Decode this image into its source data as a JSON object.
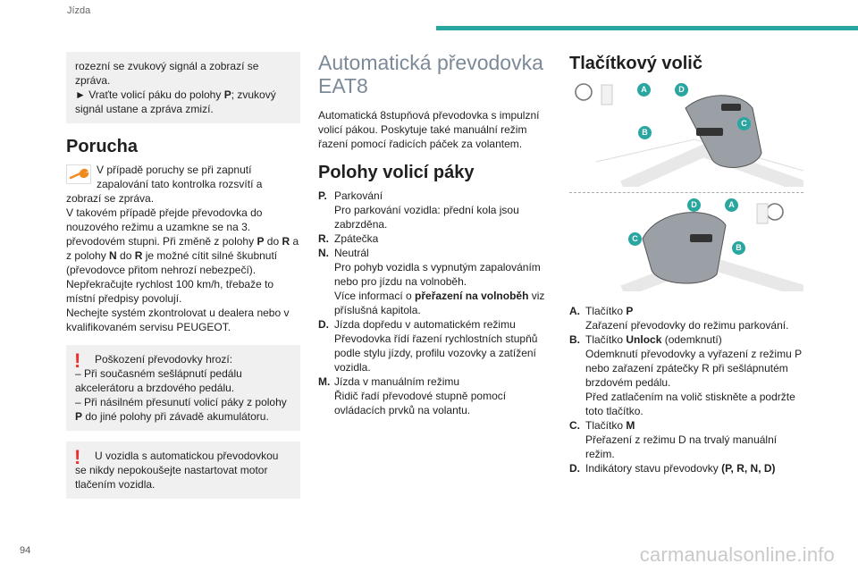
{
  "header": {
    "section": "Jízda",
    "accent": "#2aa6a0"
  },
  "page_number": "94",
  "watermark": "carmanualsonline.info",
  "col1": {
    "box_text": "rozezní se zvukový signál a zobrazí se zpráva.",
    "box_bullet_pre": "► Vraťte volicí páku do polohy ",
    "box_bullet_bold": "P",
    "box_bullet_post": "; zvukový signál ustane a zpráva zmizí.",
    "porucha_title": "Porucha",
    "porucha_intro": "V případě poruchy se při zapnutí zapalování tato kontrolka rozsvítí a zobrazí se zpráva.",
    "p2_a": "V takovém případě přejde převodovka do nouzového režimu a uzamkne se na 3. převodovém stupni. Při změně z polohy ",
    "p2_P": "P",
    "p2_b": " do ",
    "p2_R": "R",
    "p2_c": " a z polohy ",
    "p2_N": "N",
    "p2_d": " do ",
    "p2_R2": "R",
    "p2_e": " je možné cítit silné škubnutí (převodovce přitom nehrozí nebezpečí).",
    "p3": "Nepřekračujte rychlost 100 km/h, třebaže to místní předpisy povolují.",
    "p4": "Nechejte systém zkontrolovat u dealera nebo v kvalifikovaném servisu PEUGEOT.",
    "warn1_title": "Poškození převodovky hrozí:",
    "warn1_l1": "– Při současném sešlápnutí pedálu akcelerátoru a brzdového pedálu.",
    "warn1_l2_pre": "– Při násilném přesunutí volicí páky z polohy ",
    "warn1_l2_bold": "P",
    "warn1_l2_post": " do jiné polohy při závadě akumulátoru.",
    "warn2": "U vozidla s automatickou převodovkou se nikdy nepokoušejte nastartovat motor tlačením vozidla."
  },
  "col2": {
    "title": "Automatická převodovka EAT8",
    "intro": "Automatická 8stupňová převodovka s impulzní volicí pákou. Poskytuje také manuální režim řazení pomocí řadicích páček za volantem.",
    "section_title": "Polohy volicí páky",
    "items": [
      {
        "key": "P.",
        "title": "Parkování",
        "desc": "Pro parkování vozidla: přední kola jsou zabrzděna."
      },
      {
        "key": "R.",
        "title": "Zpátečka",
        "desc": ""
      },
      {
        "key": "N.",
        "title": "Neutrál",
        "desc": "Pro pohyb vozidla s vypnutým zapalováním nebo pro jízdu na volnoběh."
      },
      {
        "key": "D.",
        "title": "Jízda dopředu v automatickém režimu",
        "desc": "Převodovka řídí řazení rychlostních stupňů podle stylu jízdy, profilu vozovky a zatížení vozidla."
      },
      {
        "key": "M.",
        "title": "Jízda v manuálním režimu",
        "desc": "Řidič řadí převodové stupně pomocí ovládacích prvků na volantu."
      }
    ],
    "n_more_pre": "Více informací o ",
    "n_more_bold": "přeřazení na volnoběh",
    "n_more_post": " viz příslušná kapitola."
  },
  "col3": {
    "title": "Tlačítkový volič",
    "badges": [
      "A",
      "D",
      "C",
      "B"
    ],
    "items": [
      {
        "key": "A.",
        "title_pre": "Tlačítko ",
        "title_bold": "P",
        "desc": "Zařazení převodovky do režimu parkování."
      },
      {
        "key": "B.",
        "title_pre": "Tlačítko ",
        "title_bold": "Unlock",
        "title_post": " (odemknutí)",
        "desc": "Odemknutí převodovky a vyřazení z režimu P nebo zařazení zpátečky R při sešlápnutém brzdovém pedálu.",
        "desc2": "Před zatlačením na volič stiskněte a podržte toto tlačítko."
      },
      {
        "key": "C.",
        "title_pre": "Tlačítko ",
        "title_bold": "M",
        "desc": "Přeřazení z režimu D na trvalý manuální režim."
      },
      {
        "key": "D.",
        "title_pre": "Indikátory stavu převodovky ",
        "title_bold": "(P, R, N, D)",
        "desc": ""
      }
    ]
  }
}
